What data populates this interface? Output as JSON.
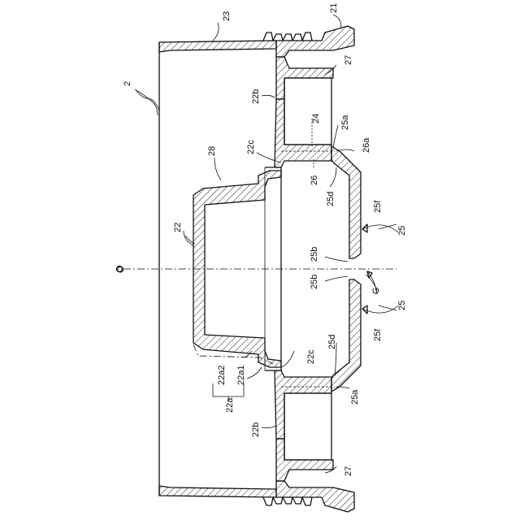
{
  "labels": {
    "l2": "2",
    "l21": "21",
    "l23": "23",
    "l27top": "27",
    "l27bot": "27",
    "l22b_top": "22b",
    "l22b_bot": "22b",
    "l24": "24",
    "l25a_top": "25a",
    "l25a_bot": "25a",
    "l22c_top": "22c",
    "l22c_bot": "22c",
    "l26a": "26a",
    "l26": "26",
    "l25d_top": "25d",
    "l25d_bot": "25d",
    "l28": "28",
    "l25f_top": "25f",
    "l25f_bot": "25f",
    "l25_top": "25",
    "l25_bot": "25",
    "l22": "22",
    "lO": "O",
    "l25b_top": "25b",
    "l25b_bot": "25b",
    "lG": "G",
    "l22a2": "22a2",
    "l22a1": "22a1",
    "l22a": "22a"
  }
}
